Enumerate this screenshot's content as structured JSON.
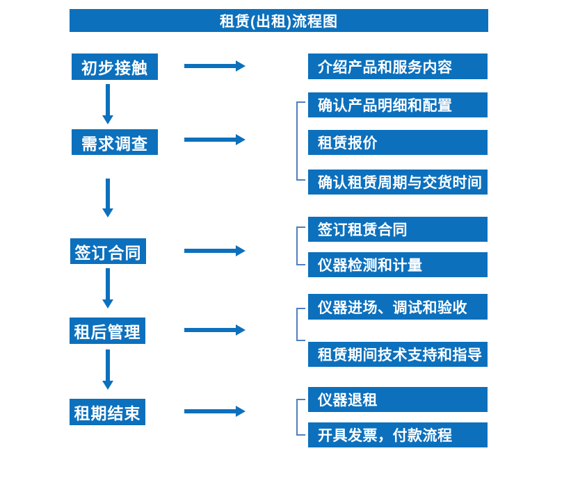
{
  "title": "租赁(出租)流程图",
  "colors": {
    "background": "#ffffff",
    "box": "#0c70bd",
    "arrow": "#0c70bd",
    "bracket": "#4f7fbd",
    "text": "#ffffff"
  },
  "steps": [
    {
      "label": "初步接触",
      "details": [
        "介绍产品和服务内容"
      ]
    },
    {
      "label": "需求调查",
      "details": [
        "确认产品明细和配置",
        "租赁报价",
        "确认租赁周期与交货时间"
      ]
    },
    {
      "label": "签订合同",
      "details": [
        "签订租赁合同",
        "仪器检测和计量"
      ]
    },
    {
      "label": "租后管理",
      "details": [
        "仪器进场、调试和验收",
        "租赁期间技术支持和指导"
      ]
    },
    {
      "label": "租期结束",
      "details": [
        "仪器退租",
        "开具发票，付款流程"
      ]
    }
  ]
}
